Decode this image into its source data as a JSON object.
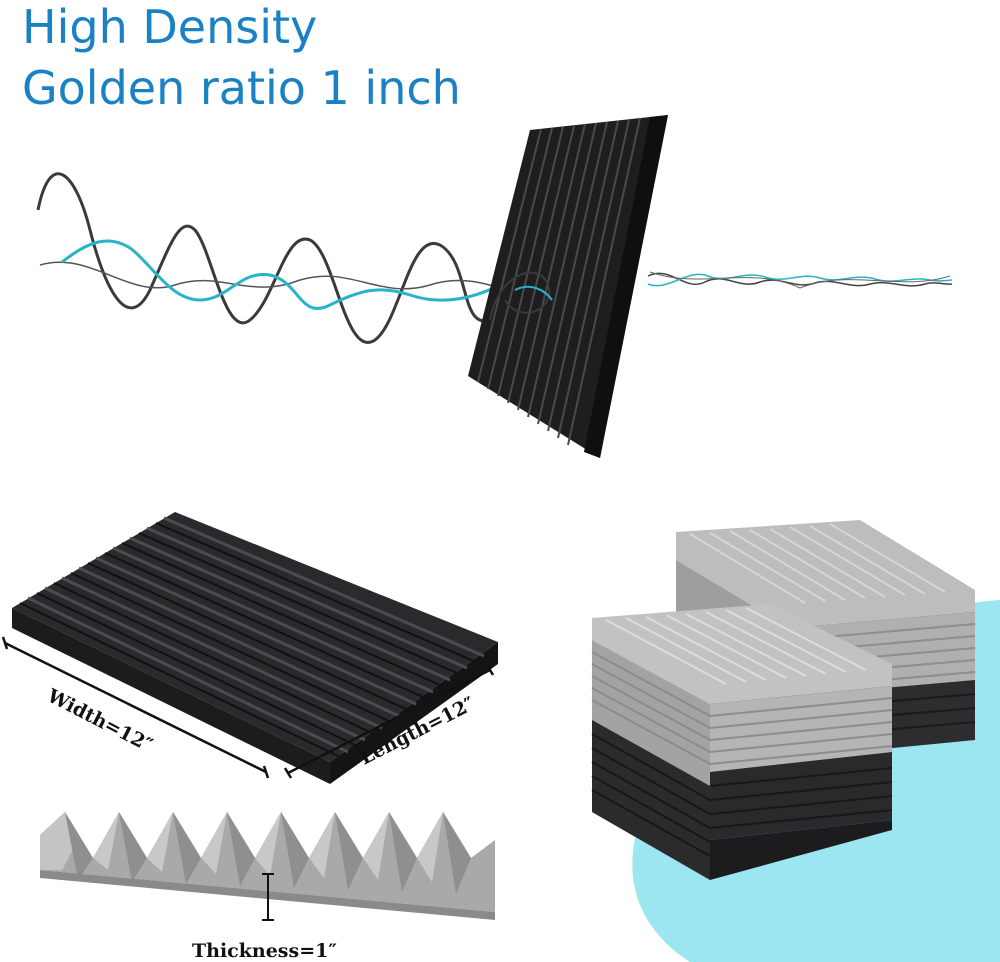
{
  "headline": {
    "line1": "High Density",
    "line2": "Golden ratio 1 inch"
  },
  "dimensions": {
    "width": "Width=12″",
    "length": "Length=12″",
    "thickness": "Thickness=1″"
  },
  "colors": {
    "headline": "#1a82c4",
    "wave_cyan": "#29b3c9",
    "wave_gray": "#3a3a3a",
    "foam_black": "#2a2a2c",
    "foam_gray": "#a9a9a9",
    "accent_circle": "#9ce6f2"
  }
}
